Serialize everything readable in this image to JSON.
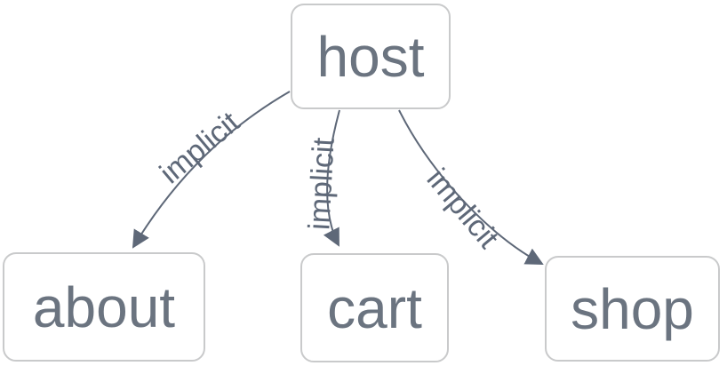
{
  "diagram": {
    "type": "directed-graph",
    "nodes": [
      {
        "id": "host",
        "label": "host"
      },
      {
        "id": "about",
        "label": "about"
      },
      {
        "id": "cart",
        "label": "cart"
      },
      {
        "id": "shop",
        "label": "shop"
      }
    ],
    "edges": [
      {
        "from": "host",
        "to": "about",
        "label": "implicit"
      },
      {
        "from": "host",
        "to": "cart",
        "label": "implicit"
      },
      {
        "from": "host",
        "to": "shop",
        "label": "implicit"
      }
    ],
    "colors": {
      "background": "#ffffff",
      "node_fill": "#ffffff",
      "node_border": "#c9cacb",
      "node_text": "#6b7480",
      "edge": "#5e6878",
      "edge_label": "#5e6878"
    }
  }
}
